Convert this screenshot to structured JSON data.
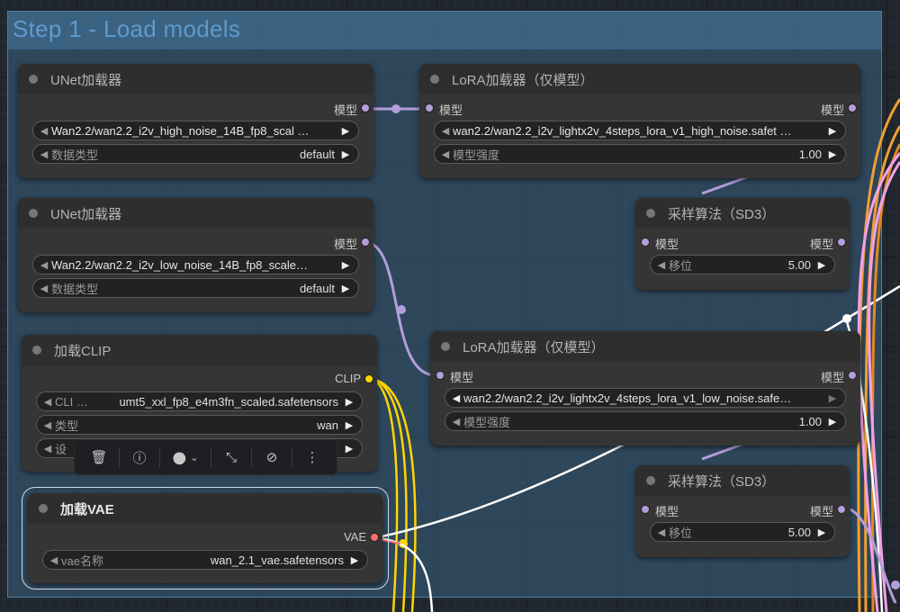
{
  "group": {
    "title": "Step 1 - Load models"
  },
  "colors": {
    "model": "#b39ddb",
    "clip": "#ffd500",
    "vae": "#ff6e6e",
    "lora_pink": "#f3a0e8",
    "orange": "#f0a030"
  },
  "nodes": {
    "unet1": {
      "title": "UNet加载器",
      "output": "模型",
      "unet_name": "Wan2.2/wan2.2_i2v_high_noise_14B_fp8_scal …",
      "dtype_label": "数据类型",
      "dtype_value": "default"
    },
    "unet2": {
      "title": "UNet加载器",
      "output": "模型",
      "unet_name": "Wan2.2/wan2.2_i2v_low_noise_14B_fp8_scale…",
      "dtype_label": "数据类型",
      "dtype_value": "default"
    },
    "clip": {
      "title": "加载CLIP",
      "output": "CLIP",
      "clip_label": "CLI …",
      "clip_name": "umt5_xxl_fp8_e4m3fn_scaled.safetensors",
      "type_label": "类型",
      "type_value": "wan",
      "device_label": "设"
    },
    "vae": {
      "title": "加载VAE",
      "output": "VAE",
      "vae_label": "vae名称",
      "vae_value": "wan_2.1_vae.safetensors"
    },
    "lora1": {
      "title": "LoRA加载器（仅模型）",
      "input": "模型",
      "output": "模型",
      "lora_name": "wan2.2/wan2.2_i2v_lightx2v_4steps_lora_v1_high_noise.safet …",
      "strength_label": "模型强度",
      "strength_value": "1.00"
    },
    "lora2": {
      "title": "LoRA加载器（仅模型）",
      "input": "模型",
      "output": "模型",
      "lora_name": "wan2.2/wan2.2_i2v_lightx2v_4steps_lora_v1_low_noise.safe…",
      "strength_label": "模型强度",
      "strength_value": "1.00"
    },
    "sampling1": {
      "title": "采样算法（SD3）",
      "input": "模型",
      "output": "模型",
      "shift_label": "移位",
      "shift_value": "5.00"
    },
    "sampling2": {
      "title": "采样算法（SD3）",
      "input": "模型",
      "output": "模型",
      "shift_label": "移位",
      "shift_value": "5.00"
    }
  },
  "toolbar": {
    "items": [
      "trash-icon",
      "info-icon",
      "color-icon",
      "collapse-icon",
      "bypass-icon",
      "more-icon"
    ],
    "glyphs": {
      "delete": "🗑",
      "info": "ⓘ",
      "color": "●",
      "chevron": "⌄",
      "collapse": "⤡",
      "bypass": "⊘",
      "more": "⋮"
    }
  }
}
